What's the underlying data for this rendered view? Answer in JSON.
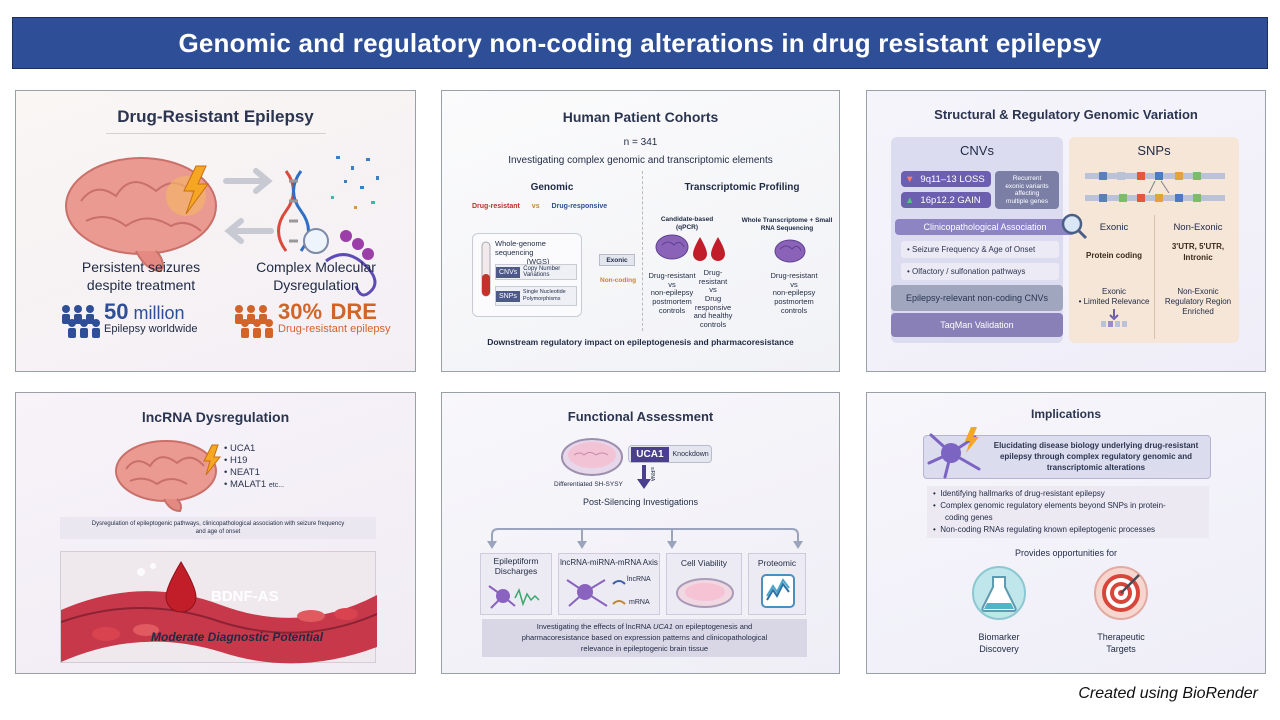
{
  "title": "Genomic and regulatory non-coding alterations in drug resistant epilepsy",
  "credit": "Created using BioRender",
  "panel1": {
    "title": "Drug-Resistant Epilepsy",
    "left_caption_1": "Persistent seizures",
    "left_caption_2": "despite treatment",
    "right_caption_1": "Complex Molecular",
    "right_caption_2": "Dysregulation",
    "stat1_value": "50",
    "stat1_unit": " million",
    "stat1_label": "Epilepsy worldwide",
    "stat2_value": "30%",
    "stat2_unit": "DRE",
    "stat2_label": "Drug-resistant epilepsy",
    "colors": {
      "navy": "#2e4f98",
      "orange": "#d2642a",
      "brain": "#e9908a"
    }
  },
  "panel2": {
    "title": "Human Patient Cohorts",
    "n": "n = 341",
    "subtitle": "Investigating complex genomic and transcriptomic elements",
    "genomic_header": "Genomic",
    "drug_resistant": "Drug-resistant",
    "vs": "vs",
    "drug_responsive": "Drug-responsive",
    "wgs_line1": "Whole-genome sequencing",
    "wgs_line2": "(WGS)",
    "cnvs": "CNVs",
    "cnvs_desc": "Copy Number Variations",
    "snps": "SNPs",
    "snps_desc_1": "Single Nucleotide",
    "snps_desc_2": "Polymorphisms",
    "exonic": "Exonic",
    "noncoding": "Non-coding",
    "transcriptomic_header": "Transcriptomic Profiling",
    "candidate_1": "Candidate-based",
    "candidate_2": "(qPCR)",
    "whole_1": "Whole Transcriptome + Small",
    "whole_2": "RNA Sequencing",
    "cmp1": [
      "Drug-resistant",
      "vs",
      "non-epilepsy",
      "postmortem",
      "controls"
    ],
    "cmp2": [
      "Drug-resistant",
      "vs",
      "Drug",
      "responsive",
      "and healthy",
      "controls"
    ],
    "cmp3": [
      "Drug-resistant",
      "vs",
      "non-epilepsy",
      "postmortem",
      "controls"
    ],
    "footer": "Downstream regulatory impact on epileptogenesis and pharmacoresistance"
  },
  "panel3": {
    "title": "Structural & Regulatory Genomic Variation",
    "cnvs_header": "CNVs",
    "snps_header": "SNPs",
    "loss": "9q11–13 LOSS",
    "gain": "16p12.2 GAIN",
    "recurrent_1": "Recurrent",
    "recurrent_2": "exonic variants",
    "recurrent_3": "affecting",
    "recurrent_4": "multiple genes",
    "clinico": "Clinicopathological Association",
    "bullet1": "Seizure Frequency & Age of Onset",
    "bullet2": "Olfactory / sulfonation pathways",
    "noncoding_cnvs": "Epilepsy-relevant non-coding CNVs",
    "taqman": "TaqMan Validation",
    "exonic": "Exonic",
    "nonexonic": "Non-Exonic",
    "protein_coding": "Protein coding",
    "utr_1": "3'UTR, 5'UTR,",
    "utr_2": "Intronic",
    "exonic_bottom_1": "Exonic",
    "exonic_bottom_2": "Limited Relevance",
    "nonexonic_bottom_1": "Non-Exonic",
    "nonexonic_bottom_2": "Regulatory Region",
    "nonexonic_bottom_3": "Enriched"
  },
  "panel4": {
    "title": "lncRNA Dysregulation",
    "genes": [
      "UCA1",
      "H19",
      "NEAT1",
      "MALAT1"
    ],
    "etc": "etc...",
    "caption_1": "Dysregulation of epileptogenic pathways, clinicopathological association with seizure frequency",
    "caption_2": "and age of onset",
    "biomarker": "BDNF-AS",
    "biomarker_desc": "Moderate Diagnostic Potential"
  },
  "panel5": {
    "title": "Functional Assessment",
    "cell_line": "Differentiated SH-SYSY",
    "uca1": "UCA1",
    "knockdown": "Knockdown",
    "sirna": "siRNA",
    "post": "Post-Silencing Investigations",
    "box1_1": "Epileptiform",
    "box1_2": "Discharges",
    "box2": "lncRNA-miRNA-mRNA Axis",
    "lncrna": "lncRNA",
    "mrna": "mRNA",
    "box3": "Cell Viability",
    "box4": "Proteomic",
    "footer_1a": "Investigating the effects of lncRNA ",
    "footer_1b": "UCA1",
    "footer_1c": " on epileptogenesis and",
    "footer_2": "pharmacoresistance based on expression patterns and clinicopathological",
    "footer_3": "relevance in epileptogenic brain tissue"
  },
  "panel6": {
    "title": "Implications",
    "header_1": "Elucidating disease biology underlying drug-resistant",
    "header_2": "epilepsy through complex regulatory genomic and",
    "header_3": "transcriptomic alterations",
    "bullet1": "Identifying hallmarks of drug-resistant epilepsy",
    "bullet2a": "Complex  genomic  regulatory  elements  beyond  SNPs  in  protein-",
    "bullet2b": "coding genes",
    "bullet3": "Non-coding RNAs regulating known epileptogenic processes",
    "provides": "Provides opportunities for",
    "bio_1": "Biomarker",
    "bio_2": "Discovery",
    "ther_1": "Therapeutic",
    "ther_2": "Targets"
  }
}
